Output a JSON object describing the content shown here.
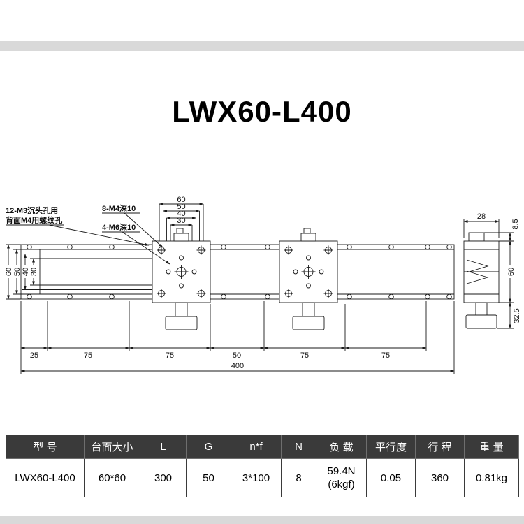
{
  "page": {
    "title": "LWX60-L400"
  },
  "drawing": {
    "notes": {
      "countersunk_line1": "12-M3沉头孔用",
      "countersunk_line2": "背面M4用螺纹孔",
      "m4_holes": "8-M4深10",
      "m6_holes": "4-M6深10"
    },
    "left_dims": [
      "60",
      "50",
      "40",
      "30"
    ],
    "top_dims": [
      "60",
      "50",
      "40",
      "30"
    ],
    "bottom_dims": [
      "25",
      "75",
      "75",
      "50",
      "75",
      "75"
    ],
    "total_length": "400",
    "side_dims": {
      "width": "28",
      "top_height": "8.5",
      "body_height": "60",
      "knob_height": "32.5"
    }
  },
  "table": {
    "headers": [
      "型  号",
      "台面大小",
      "L",
      "G",
      "n*f",
      "N",
      "负 载",
      "平行度",
      "行 程",
      "重 量"
    ],
    "row": [
      "LWX60-L400",
      "60*60",
      "300",
      "50",
      "3*100",
      "8",
      "59.4N",
      "0.05",
      "360",
      "0.81kg"
    ],
    "load_line2": "(6kgf)"
  }
}
